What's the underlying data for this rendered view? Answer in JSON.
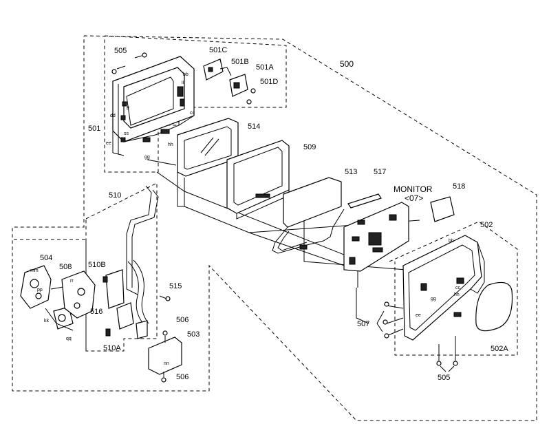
{
  "labels": {
    "assembly": "500",
    "p505_top": "505",
    "p501C": "501C",
    "p501B": "501B",
    "p501A": "501A",
    "p501D": "501D",
    "p501": "501",
    "p514": "514",
    "p509": "509",
    "p513": "513",
    "p517": "517",
    "monitor": "MONITOR",
    "monitor_ref": "<07>",
    "p518": "518",
    "p502": "502",
    "p510": "510",
    "p504": "504",
    "p508": "508",
    "p510B": "510B",
    "p515": "515",
    "p516": "516",
    "p510A": "510A",
    "p506_top": "506",
    "p503": "503",
    "p506_bottom": "506",
    "p507": "507",
    "p502A": "502A",
    "p505_bottom": "505"
  },
  "tags": {
    "bb": "bb",
    "ii": "ii",
    "dd": "dd",
    "ff": "ff",
    "cc": "cc",
    "ss": "ss",
    "ee": "ee",
    "hh": "hh",
    "gg": "gg",
    "mm": "mm",
    "pp": "pp",
    "rr": "rr",
    "kk": "kk",
    "nn": "nn",
    "qq": "qq"
  }
}
